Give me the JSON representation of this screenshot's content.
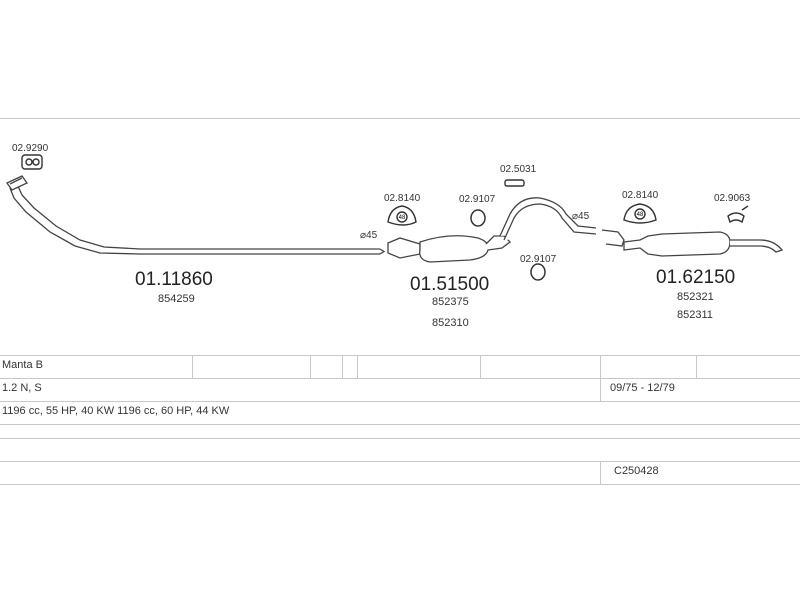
{
  "diagram": {
    "parts": [
      {
        "id": "front_pipe",
        "number": "01.11860",
        "sub": [
          "854259"
        ]
      },
      {
        "id": "middle_silencer",
        "number": "01.51500",
        "sub": [
          "852375",
          "852310"
        ]
      },
      {
        "id": "rear_silencer",
        "number": "01.62150",
        "sub": [
          "852321",
          "852311"
        ]
      }
    ],
    "accessories": [
      {
        "code": "02.9290"
      },
      {
        "code": "02.8140"
      },
      {
        "code": "02.9107"
      },
      {
        "code": "02.5031"
      },
      {
        "code": "02.9107"
      },
      {
        "code": "02.8140"
      },
      {
        "code": "02.9063"
      }
    ],
    "diameters": [
      "⌀45",
      "⌀45"
    ],
    "hanger_code": "48"
  },
  "table": {
    "model": "Manta B",
    "engine": "1.2 N, S",
    "period": "09/75 - 12/79",
    "specs": "1196 cc, 55 HP, 40 KW 1196 cc, 60 HP, 44 KW",
    "code": "C250428"
  }
}
